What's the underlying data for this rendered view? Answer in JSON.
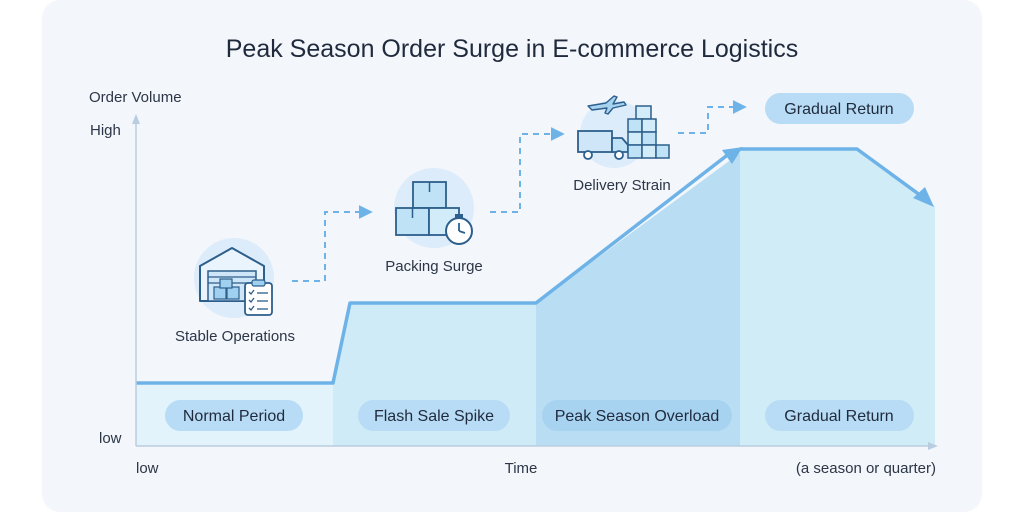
{
  "title": "Peak Season Order Surge in E-commerce Logistics",
  "y_axis": {
    "label": "Order Volume",
    "high": "High",
    "low": "low"
  },
  "x_axis": {
    "start": "low",
    "label": "Time",
    "note": "(a season or quarter)"
  },
  "stages": [
    {
      "label": "Normal Period",
      "icon_label": "Stable Operations",
      "icon": "warehouse-icon"
    },
    {
      "label": "Flash Sale Spike",
      "icon_label": "Packing Surge",
      "icon": "packing-boxes-icon"
    },
    {
      "label": "Peak Season Overload",
      "icon_label": "Delivery Strain",
      "icon": "delivery-truck-plane-icon"
    },
    {
      "label": "Gradual Return",
      "icon_label": "Gradual Return",
      "icon": ""
    }
  ],
  "colors": {
    "line": "#6eb3e8",
    "fill_light": "#e3f3fb",
    "fill_mid": "#cdeaf6",
    "fill_dark": "#b9def3",
    "pill": "#b8dcf5",
    "icon_circle": "#dcecfa"
  }
}
